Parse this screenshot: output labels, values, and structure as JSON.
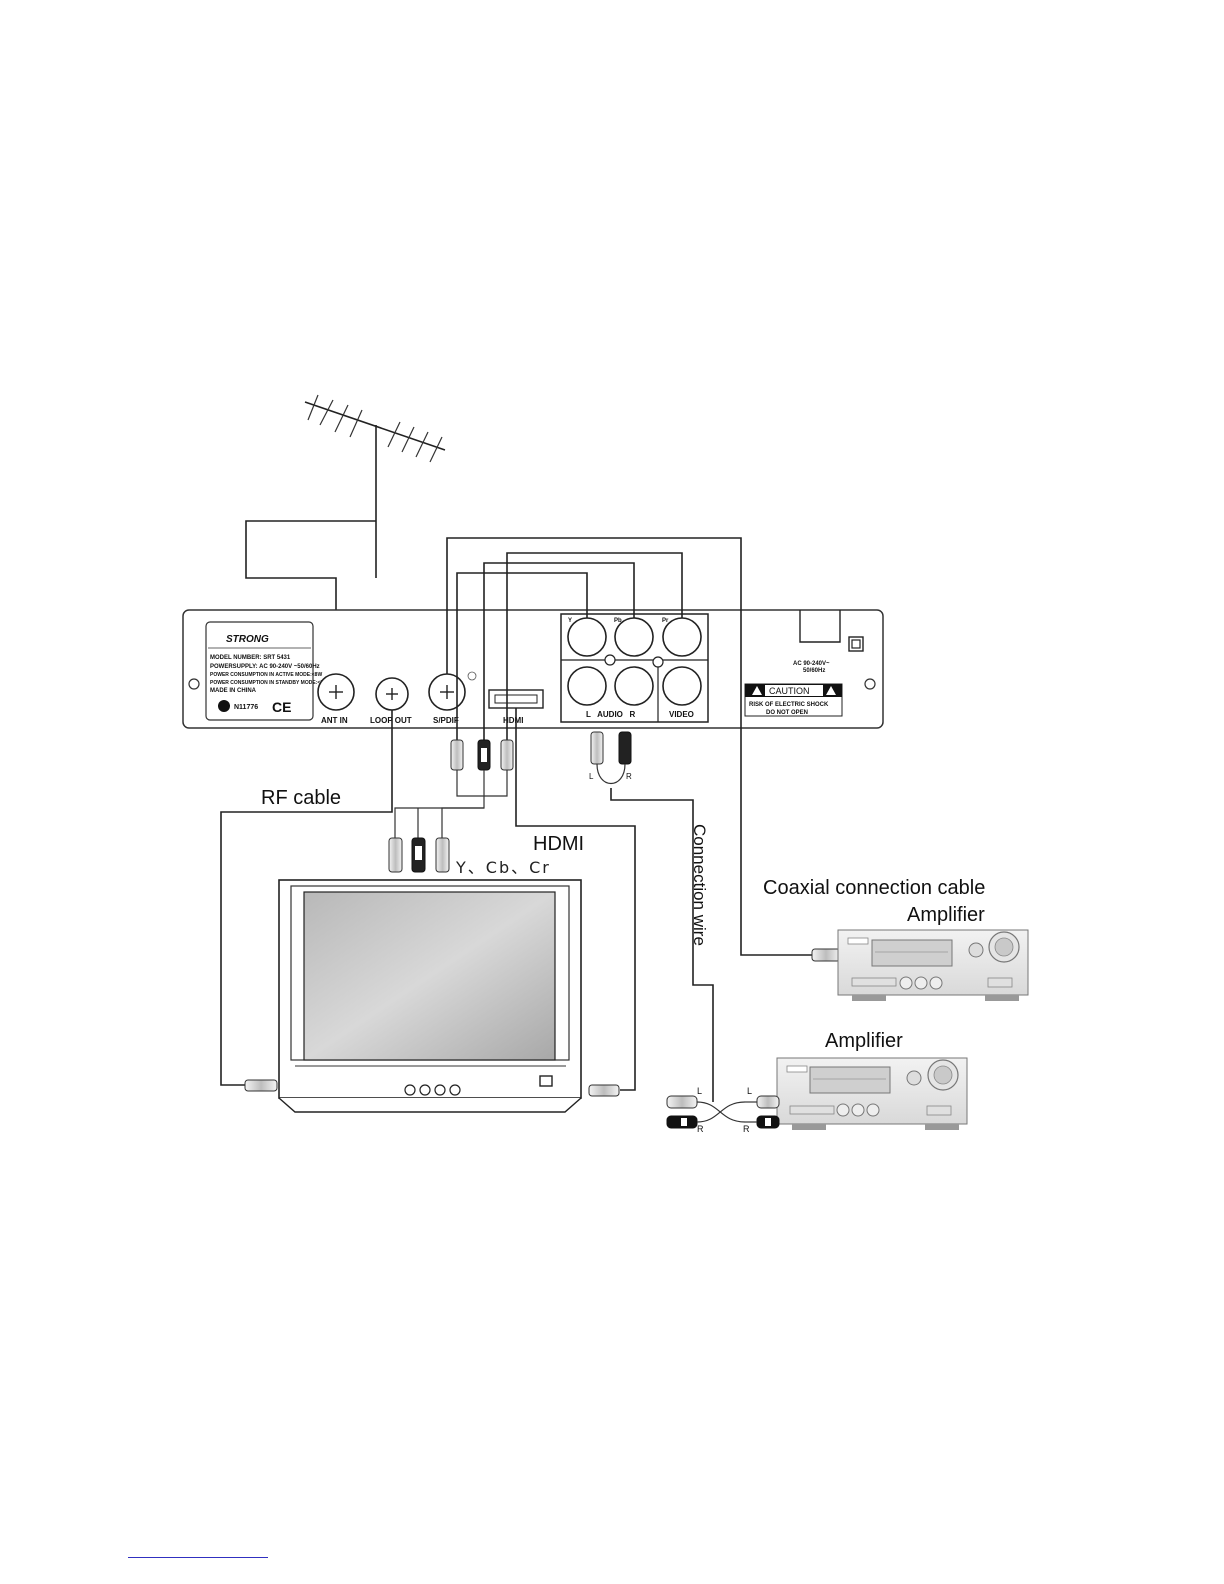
{
  "labels": {
    "rf_cable": "RF cable",
    "hdmi_cable": "HDMI",
    "ycbcr": "Y、Cb、Cr",
    "coaxial_cable": "Coaxial connection cable",
    "amplifier_1": "Amplifier",
    "amplifier_2": "Amplifier",
    "connection_wire": "Connection wire"
  },
  "panel": {
    "brand": "STRONG",
    "model_line": "MODEL NUMBER: SRT 5431",
    "power_supply": "POWERSUPPLY: AC 90-240V ~50/60Hz",
    "consumption_active": "POWER CONSUMPTION IN ACTIVE MODE:<8W",
    "consumption_standby": "POWER CONSUMPTION IN STANDBY MODE:<1W",
    "made_in": "MADE IN CHINA",
    "cert_code": "N11776",
    "ce_mark": "CE",
    "ports": {
      "ant_in": "ANT IN",
      "loop_out": "LOOP OUT",
      "spdif": "S/PDIF",
      "hdmi": "HDMI",
      "audio": "L   AUDIO   R",
      "video": "VIDEO",
      "y": "Y",
      "pb": "Pb",
      "pr": "Pr"
    },
    "ac_rating": "AC 90-240V~",
    "ac_freq": "50/60Hz",
    "caution_title": "CAUTION",
    "caution_line1": "RISK OF ELECTRIC SHOCK",
    "caution_line2": "DO NOT OPEN"
  },
  "plug_labels": {
    "left": "L",
    "right": "R"
  }
}
